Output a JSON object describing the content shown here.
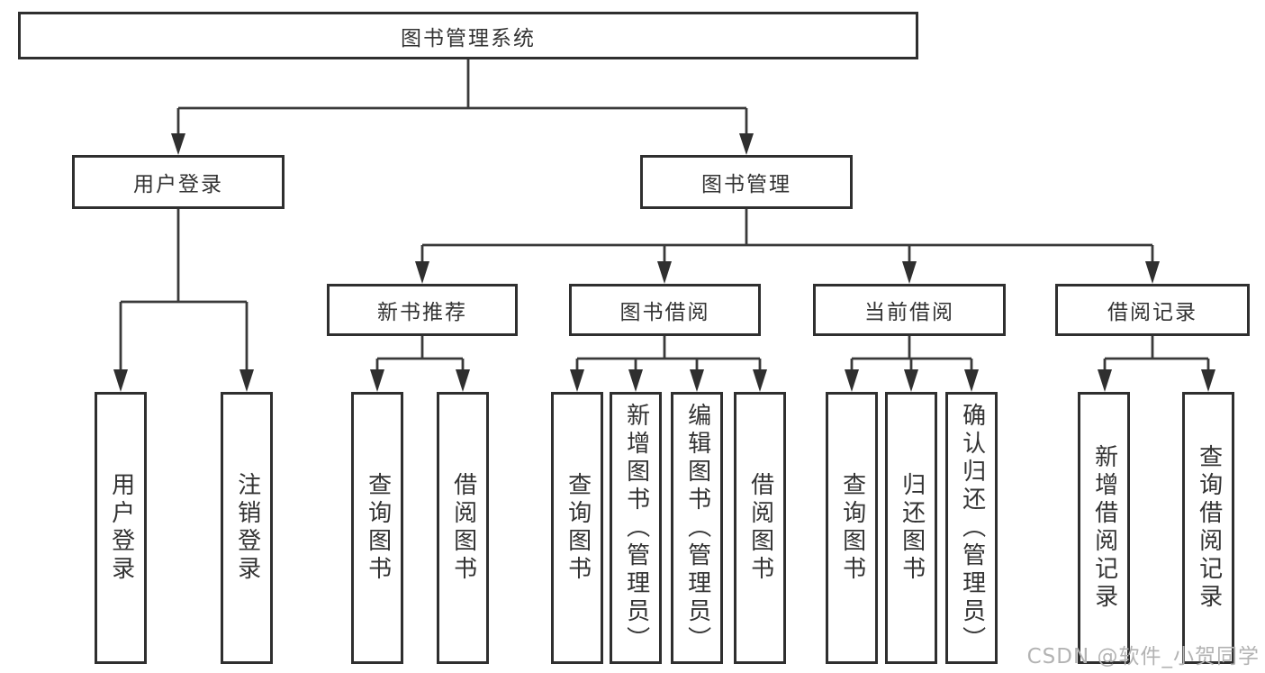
{
  "tree": {
    "label": "图书管理系统",
    "children": [
      {
        "label": "用户登录",
        "children": [
          {
            "label": "用户登录"
          },
          {
            "label": "注销登录"
          }
        ]
      },
      {
        "label": "图书管理",
        "children": [
          {
            "label": "新书推荐",
            "children": [
              {
                "label": "查询图书"
              },
              {
                "label": "借阅图书"
              }
            ]
          },
          {
            "label": "图书借阅",
            "children": [
              {
                "label": "查询图书"
              },
              {
                "label": "新增图书（管理员）"
              },
              {
                "label": "编辑图书（管理员）"
              },
              {
                "label": "借阅图书"
              }
            ]
          },
          {
            "label": "当前借阅",
            "children": [
              {
                "label": "查询图书"
              },
              {
                "label": "归还图书"
              },
              {
                "label": "确认归还（管理员）"
              }
            ]
          },
          {
            "label": "借阅记录",
            "children": [
              {
                "label": "新增借阅记录"
              },
              {
                "label": "查询借阅记录"
              }
            ]
          }
        ]
      }
    ]
  },
  "watermark": "CSDN @软件_小贺同学",
  "colors": {
    "line": "#3a3a3a",
    "box_border": "#2f2f2f",
    "text": "#333333",
    "watermark": "#b3b3b3",
    "background": "#ffffff"
  }
}
